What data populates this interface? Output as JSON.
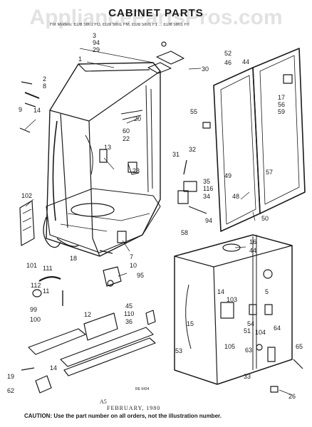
{
  "title": "CABINET PARTS",
  "subtitle": "For Models: EDB 5801 FO, EDB 5801 FM, EDB 5801 F1 ... EDB 5801 F0",
  "watermark": "AppliancePartsPros.com",
  "figure_code": "RE 6424",
  "footer": {
    "page": "A5",
    "date": "FEBRUARY, 1980",
    "caution": "CAUTION: Use the part number on all orders, not the illustration number."
  },
  "callouts": [
    "1",
    "2",
    "3",
    "5",
    "7",
    "8",
    "9",
    "10",
    "11",
    "12",
    "13",
    "14",
    "15",
    "16",
    "17",
    "18",
    "19",
    "20",
    "22",
    "23",
    "26",
    "29",
    "30",
    "31",
    "32",
    "33",
    "34",
    "35",
    "36",
    "44",
    "45",
    "46",
    "48",
    "49",
    "50",
    "51",
    "52",
    "53",
    "54",
    "55",
    "56",
    "57",
    "58",
    "59",
    "60",
    "62",
    "63",
    "64",
    "65",
    "94",
    "95",
    "99",
    "100",
    "101",
    "102",
    "103",
    "104",
    "105",
    "110",
    "111",
    "112",
    "116"
  ],
  "colors": {
    "ink": "#1a1a1a",
    "paper": "#ffffff",
    "watermark": "#a0a0a0"
  }
}
